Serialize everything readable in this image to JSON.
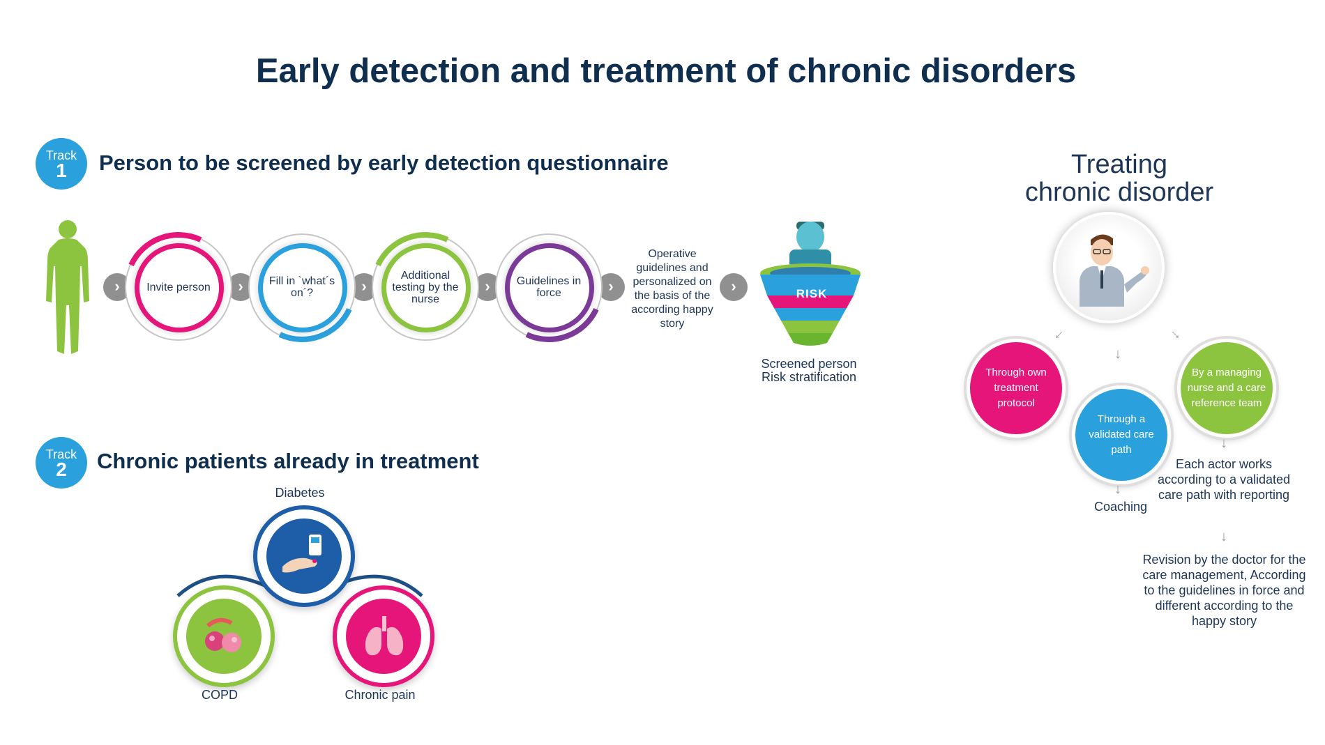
{
  "title": "Early detection and treatment of chronic disorders",
  "track1": {
    "badge_word": "Track",
    "badge_number": "1",
    "heading": "Person to be screened by early detection questionnaire",
    "steps": [
      {
        "label": "Invite person",
        "color": "#e6157a"
      },
      {
        "label": "Fill in `what´s on´?",
        "color": "#2aa0dc"
      },
      {
        "label": "Additional testing by the nurse",
        "color": "#8dc43f"
      },
      {
        "label": "Guidelines in force",
        "color": "#7b3a98"
      }
    ],
    "operative_text": "Operative guidelines and personalized on the basis of the according happy story",
    "funnel_label": "RISK",
    "screened_line1": "Screened person",
    "screened_line2": "Risk stratification"
  },
  "track2": {
    "badge_word": "Track",
    "badge_number": "2",
    "heading": "Chronic patients already in treatment",
    "diabetes": "Diabetes",
    "copd": "COPD",
    "chronic_pain": "Chronic pain",
    "colors": {
      "diabetes": "#1e5ea8",
      "copd": "#8dc43f",
      "chronic_pain": "#e6157a"
    }
  },
  "treating": {
    "title_line1": "Treating",
    "title_line2": "chronic disorder",
    "own_protocol": "Through own treatment protocol",
    "validated_path": "Through a validated care path",
    "managing_nurse": "By a managing nurse and a care reference team",
    "coaching": "Coaching",
    "each_actor": "Each actor works according to a validated care path with reporting",
    "revision": "Revision by the doctor for the care management, According to the guidelines in force and different according to the happy story",
    "colors": {
      "own_protocol": "#e6157a",
      "validated_path": "#2aa0dc",
      "managing_nurse": "#8dc43f"
    }
  }
}
